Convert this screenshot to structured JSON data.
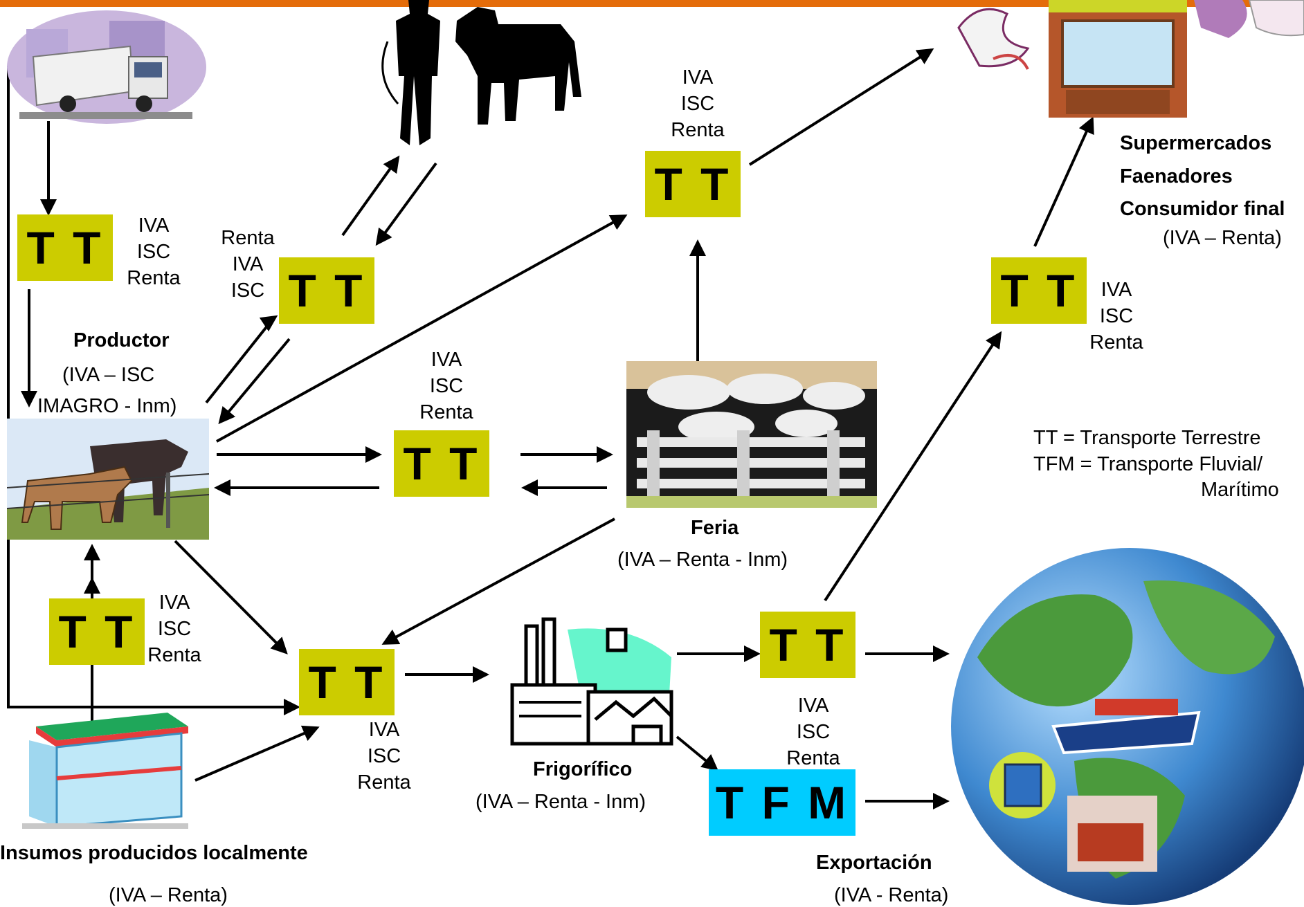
{
  "tt_label": "T T",
  "tfm_label": "T F M",
  "tax_lists": {
    "a": [
      "IVA",
      "ISC",
      "Renta"
    ],
    "b": [
      "Renta",
      "IVA",
      "ISC"
    ],
    "c": [
      "IVA",
      "ISC",
      "Renta"
    ],
    "d": [
      "IVA",
      "ISC",
      "Renta"
    ],
    "e": [
      "IVA",
      "ISC",
      "Renta"
    ],
    "f": [
      "IVA",
      "ISC",
      "Renta"
    ],
    "g": [
      "IVA",
      "ISC",
      "Renta"
    ],
    "h": [
      "IVA",
      "ISC",
      "Renta"
    ]
  },
  "nodes": {
    "productor": {
      "name": "Productor",
      "taxes_line1": "(IVA – ISC",
      "taxes_line2": "IMAGRO - Inm)"
    },
    "feria": {
      "name": "Feria",
      "taxes": "(IVA – Renta - Inm)"
    },
    "frigorifico": {
      "name": "Frigorífico",
      "taxes": "(IVA – Renta - Inm)"
    },
    "insumos": {
      "name": "Insumos producidos localmente",
      "taxes": "(IVA – Renta)"
    },
    "exportacion": {
      "name": "Exportación",
      "taxes": "(IVA - Renta)"
    },
    "destinos": {
      "line1": "Supermercados",
      "line2": "Faenadores",
      "line3": "Consumidor final",
      "taxes": "(IVA – Renta)"
    }
  },
  "legend": {
    "line1": "TT = Transporte Terrestre",
    "line2": "TFM = Transporte Fluvial/",
    "line3": "Marítimo"
  },
  "colors": {
    "tt": "#cccc00",
    "tfm": "#00ccff",
    "topbar": "#e46c0a"
  }
}
